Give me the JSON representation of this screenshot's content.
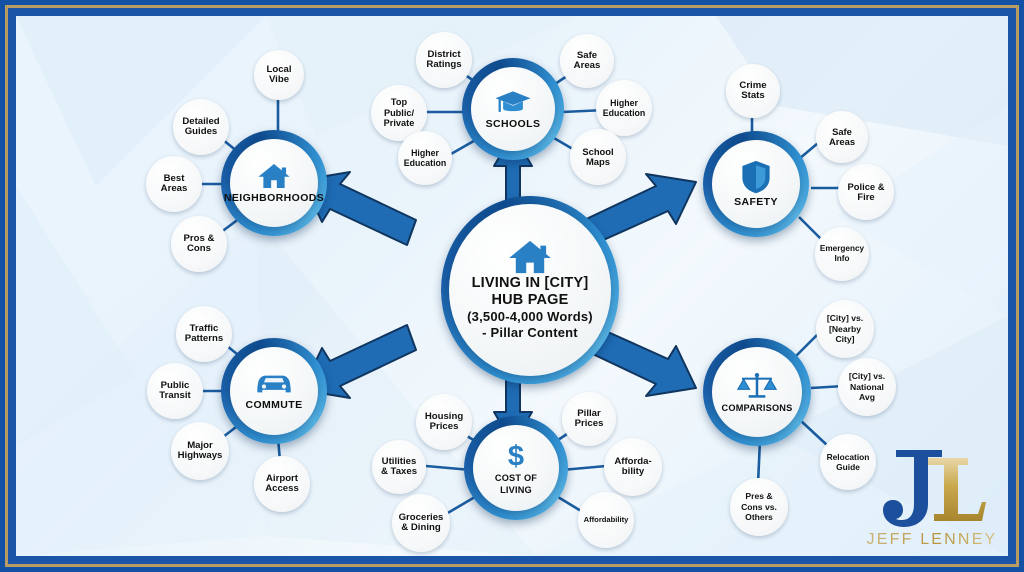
{
  "frame": {
    "border_color": "#1251a3",
    "accent_gold": "#b99a63",
    "background": "#eaf4fc"
  },
  "hub": {
    "icon": "house-icon",
    "line1": "LIVING IN [CITY]",
    "line2": "HUB PAGE",
    "line3": "(3,500-4,000 Words)",
    "line4": "- Pillar Content"
  },
  "pillars": [
    {
      "id": "neighborhoods",
      "label": "NEIGHBORHOODS",
      "icon": "house-icon",
      "satellites": [
        {
          "lines": [
            "Local",
            "Vibe"
          ]
        },
        {
          "lines": [
            "Detailed",
            "Guides"
          ]
        },
        {
          "lines": [
            "Best",
            "Areas"
          ]
        },
        {
          "lines": [
            "Pros &",
            "Cons"
          ]
        }
      ]
    },
    {
      "id": "schools",
      "label": "SCHOOLS",
      "icon": "graduation-cap-icon",
      "satellites": [
        {
          "lines": [
            "District",
            "Ratings"
          ]
        },
        {
          "lines": [
            "Safe",
            "Areas"
          ]
        },
        {
          "lines": [
            "Top",
            "Public/",
            "Private"
          ]
        },
        {
          "lines": [
            "Higher",
            "Education"
          ]
        },
        {
          "lines": [
            "Higher",
            "Education"
          ]
        },
        {
          "lines": [
            "School",
            "Maps"
          ]
        }
      ]
    },
    {
      "id": "safety",
      "label": "SAFETY",
      "icon": "shield-icon",
      "satellites": [
        {
          "lines": [
            "Crime",
            "Stats"
          ]
        },
        {
          "lines": [
            "Safe",
            "Areas"
          ]
        },
        {
          "lines": [
            "Police &",
            "Fire"
          ]
        },
        {
          "lines": [
            "Emergency",
            "Info"
          ]
        }
      ]
    },
    {
      "id": "comparisons",
      "label": "COMPARISONS",
      "icon": "scales-icon",
      "satellites": [
        {
          "lines": [
            "[City] vs.",
            "[Nearby",
            "City]"
          ]
        },
        {
          "lines": [
            "[City] vs.",
            "National",
            "Avg"
          ]
        },
        {
          "lines": [
            "Relocation",
            "Guide"
          ]
        },
        {
          "lines": [
            "Pres &",
            "Cons vs.",
            "Others"
          ]
        }
      ]
    },
    {
      "id": "cost-of-living",
      "label": "COST OF LIVING",
      "icon": "dollar-icon",
      "satellites": [
        {
          "lines": [
            "Housing",
            "Prices"
          ]
        },
        {
          "lines": [
            "Pillar",
            "Prices"
          ]
        },
        {
          "lines": [
            "Utilities",
            "& Taxes"
          ]
        },
        {
          "lines": [
            "Afforda-",
            "bility"
          ]
        },
        {
          "lines": [
            "Groceries",
            "& Dining"
          ]
        },
        {
          "lines": [
            "Affordability"
          ]
        }
      ]
    },
    {
      "id": "commute",
      "label": "COMMUTE",
      "icon": "car-icon",
      "satellites": [
        {
          "lines": [
            "Traffic",
            "Patterns"
          ]
        },
        {
          "lines": [
            "Public",
            "Transit"
          ]
        },
        {
          "lines": [
            "Major",
            "Highways"
          ]
        },
        {
          "lines": [
            "Airport",
            "Access"
          ]
        }
      ]
    }
  ],
  "logo": {
    "monogram_j": "J",
    "monogram_l": "L",
    "wordmark": "JEFF LENNEY",
    "blue": "#1c4f9c",
    "gold": "#c9a martin"
  }
}
